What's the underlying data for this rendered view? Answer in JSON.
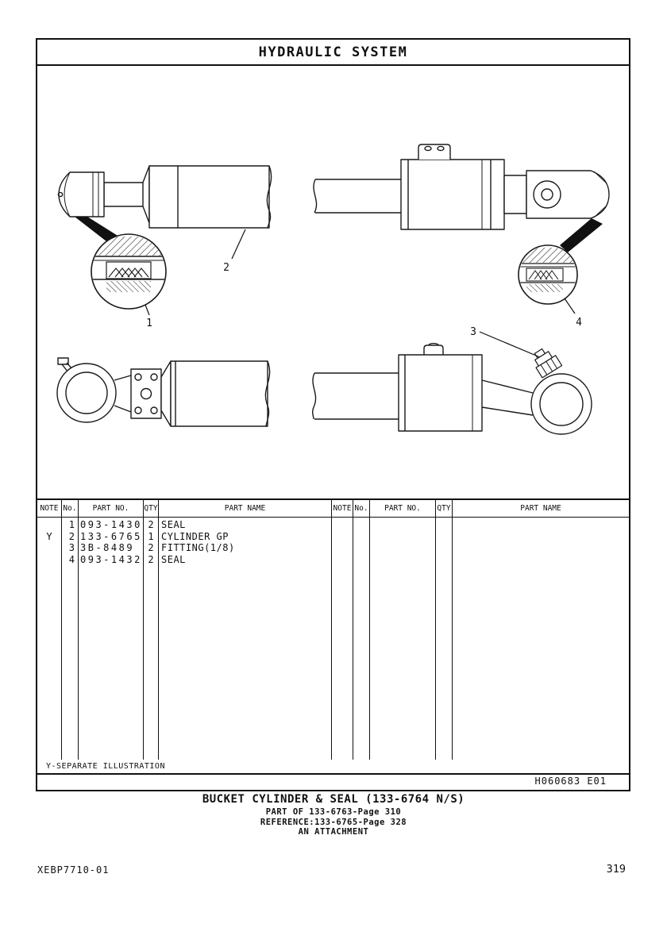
{
  "header": {
    "title": "HYDRAULIC SYSTEM"
  },
  "diagram": {
    "callouts": [
      "1",
      "2",
      "3",
      "4"
    ]
  },
  "table": {
    "headers": {
      "note": "NOTE",
      "no": "No.",
      "part_no": "PART NO.",
      "qty": "QTY",
      "part_name": "PART NAME"
    },
    "rows": [
      {
        "note": "",
        "no": "1",
        "part_no": "093-1430",
        "qty": "2",
        "part_name": "SEAL"
      },
      {
        "note": "Y",
        "no": "2",
        "part_no": "133-6765",
        "qty": "1",
        "part_name": "CYLINDER GP"
      },
      {
        "note": "",
        "no": "3",
        "part_no": "3B-8489",
        "qty": "2",
        "part_name": "FITTING(1/8)"
      },
      {
        "note": "",
        "no": "4",
        "part_no": "093-1432",
        "qty": "2",
        "part_name": "SEAL"
      }
    ],
    "footnote": "Y-SEPARATE ILLUSTRATION"
  },
  "footer": {
    "doc_code": "H060683 E01",
    "caption_title": "BUCKET CYLINDER & SEAL (133-6764 N/S)",
    "caption_lines": [
      "PART OF 133-6763-Page 310",
      "REFERENCE:133-6765-Page 328",
      "AN ATTACHMENT"
    ],
    "form_number": "XEBP7710-01",
    "page_number": "319"
  }
}
